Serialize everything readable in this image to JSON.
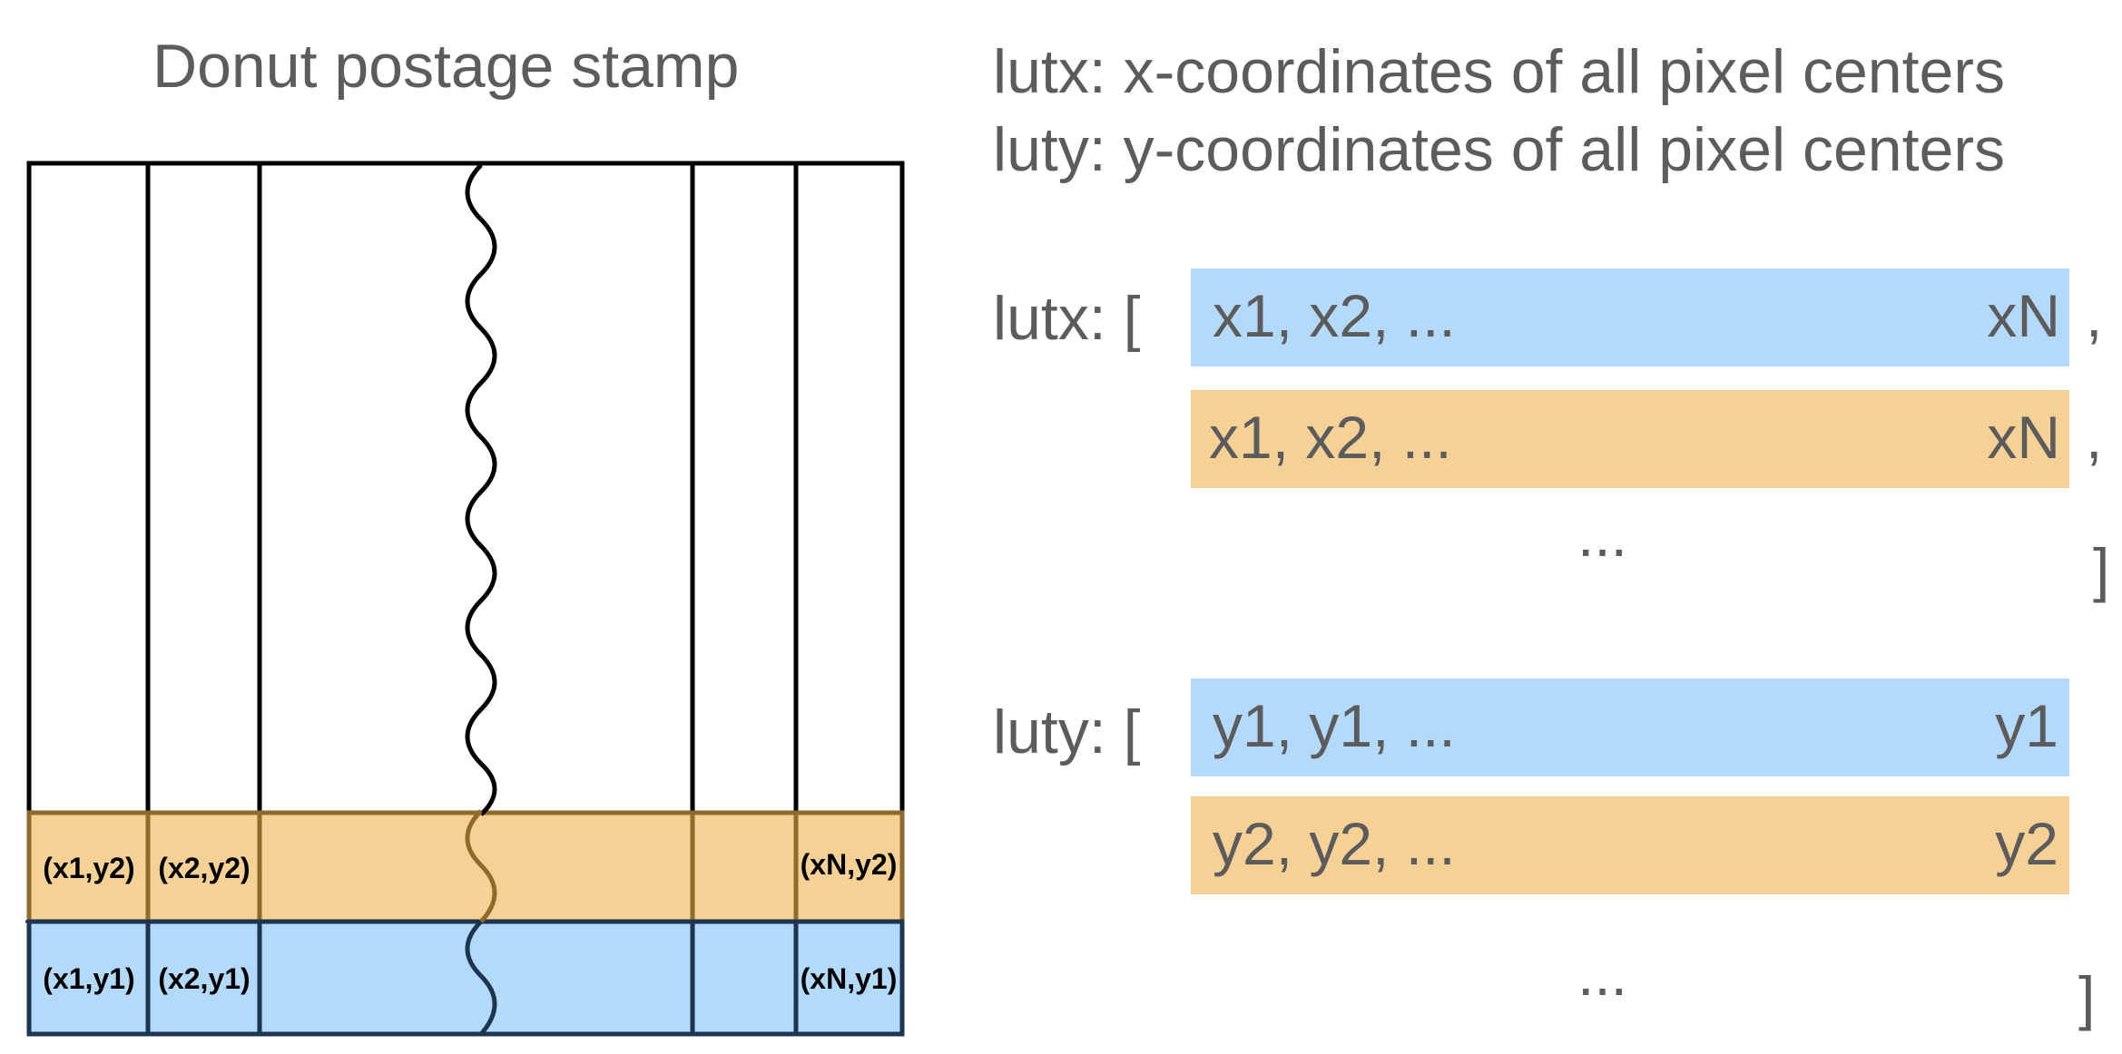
{
  "stamp": {
    "title": "Donut postage stamp",
    "row_labels": {
      "x1y2": "(x1,y2)",
      "x2y2": "(x2,y2)",
      "xNy2": "(xN,y2)",
      "x1y1": "(x1,y1)",
      "x2y1": "(x2,y1)",
      "xNy1": "(xN,y1)"
    },
    "colors": {
      "row_y1": "#b3d9fb",
      "row_y2": "#f6d196",
      "grid": "#000000"
    }
  },
  "legend": {
    "lutx_desc": "lutx: x-coordinates of all pixel centers",
    "luty_desc": "luty: y-coordinates of all pixel centers"
  },
  "lutx": {
    "label": "lutx: [",
    "row1_start": "x1, x2, ...",
    "row1_end": "xN",
    "row2_start": "x1, x2, ...",
    "row2_end": "xN",
    "comma": ",",
    "ellipsis": "...",
    "close": "]"
  },
  "luty": {
    "label": "luty: [",
    "row1_start": "y1, y1, ...",
    "row1_end": "y1",
    "row2_start": "y2, y2, ...",
    "row2_end": "y2",
    "ellipsis": "...",
    "close": "]"
  }
}
